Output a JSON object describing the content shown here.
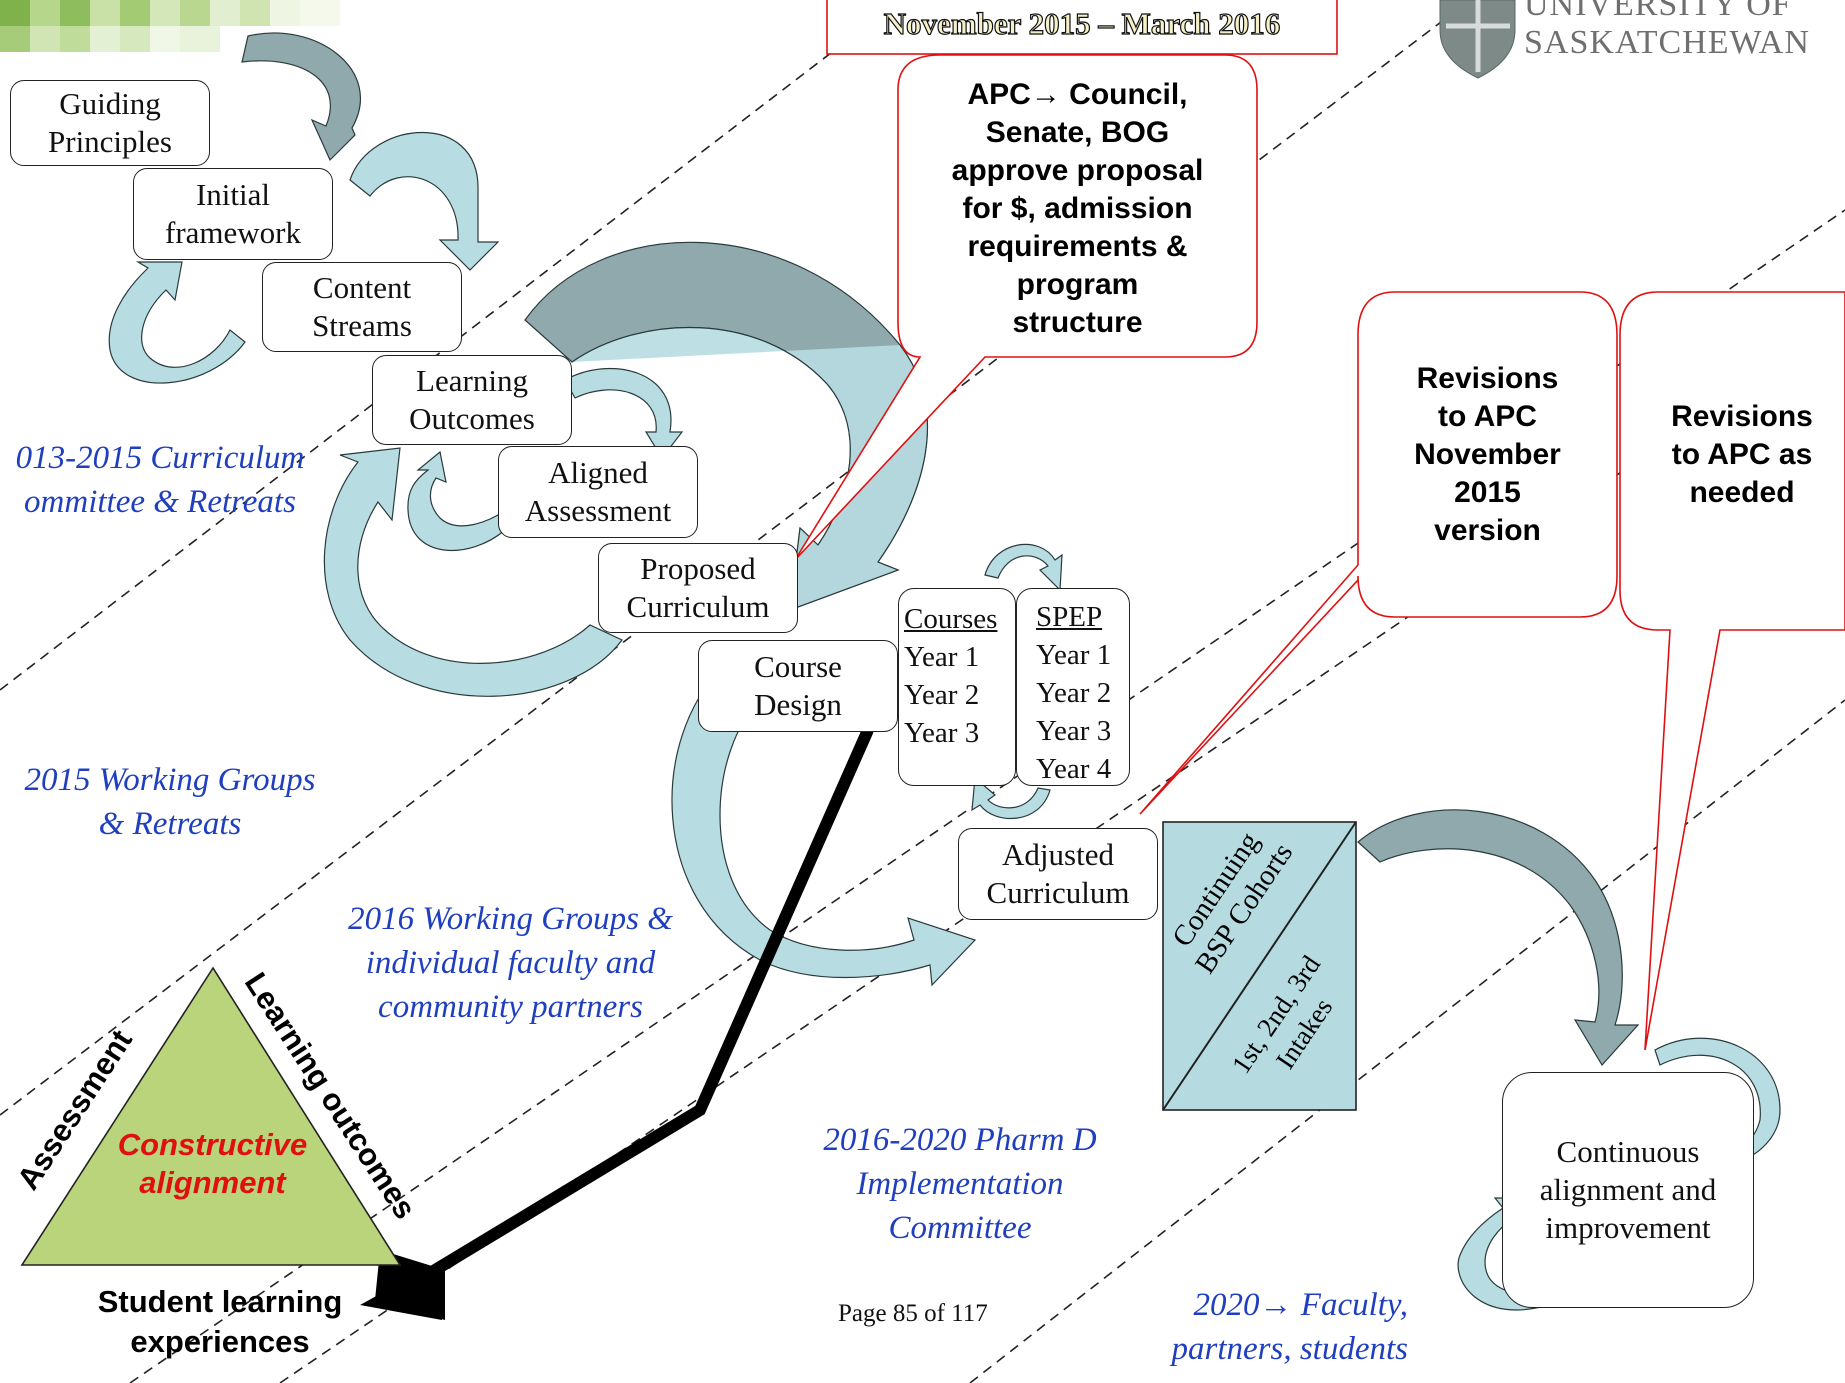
{
  "banner": {
    "dates": "November 2015 – March 2016"
  },
  "logo": {
    "line1": "UNIVERSITY OF",
    "line2": "SASKATCHEWAN"
  },
  "boxes": {
    "guiding": [
      "Guiding",
      "Principles"
    ],
    "initial": [
      "Initial",
      "framework"
    ],
    "content": [
      "Content",
      "Streams"
    ],
    "learning": [
      "Learning",
      "Outcomes"
    ],
    "aligned": [
      "Aligned",
      "Assessment"
    ],
    "proposed": [
      "Proposed",
      "Curriculum"
    ],
    "course_design": [
      "Course",
      "Design"
    ],
    "adjusted": [
      "Adjusted",
      "Curriculum"
    ],
    "continuous": [
      "Continuous",
      "alignment and",
      "improvement"
    ]
  },
  "courses": {
    "header": "Courses",
    "items": [
      "Year 1",
      "Year 2",
      "Year 3"
    ]
  },
  "spep": {
    "header": "SPEP",
    "items": [
      "Year 1",
      "Year 2",
      "Year 3",
      "Year 4"
    ]
  },
  "cohorts": {
    "top": [
      "Continuing",
      "BSP Cohorts"
    ],
    "bottom": [
      "1st, 2nd, 3rd",
      "Intakes"
    ]
  },
  "callouts": {
    "apc": [
      "APC→ Council,",
      "Senate, BOG",
      "approve proposal",
      "for $, admission",
      "requirements &",
      "program",
      "structure"
    ],
    "rev_nov": [
      "Revisions",
      "to APC",
      "November",
      "2015",
      "version"
    ],
    "rev_needed": [
      "Revisions",
      "to APC as",
      "needed"
    ]
  },
  "phases": {
    "p1": [
      "013-2015 Curriculum",
      "ommittee & Retreats"
    ],
    "p2": [
      "2015 Working Groups",
      "& Retreats"
    ],
    "p3": [
      "2016 Working Groups &",
      "individual faculty and",
      "community partners"
    ],
    "p4": [
      "2016-2020 Pharm D",
      "Implementation",
      "Committee"
    ],
    "p5": [
      "2020→ Faculty,",
      "partners, students"
    ]
  },
  "triangle": {
    "left": "Assessment",
    "right": "Learning outcomes",
    "center": [
      "Constructive",
      "alignment"
    ],
    "bottom": [
      "Student learning",
      "experiences"
    ]
  },
  "footer": {
    "page": "Page 85 of 117"
  },
  "colors": {
    "arrow_light": "#b7dde3",
    "arrow_dark": "#8fa9ac",
    "triangle": "#b9d47a",
    "phase_text": "#1f3fbf",
    "callout_border": "#e01010",
    "cohort_fill": "#b5dbe0",
    "center_text": "#e01010"
  }
}
